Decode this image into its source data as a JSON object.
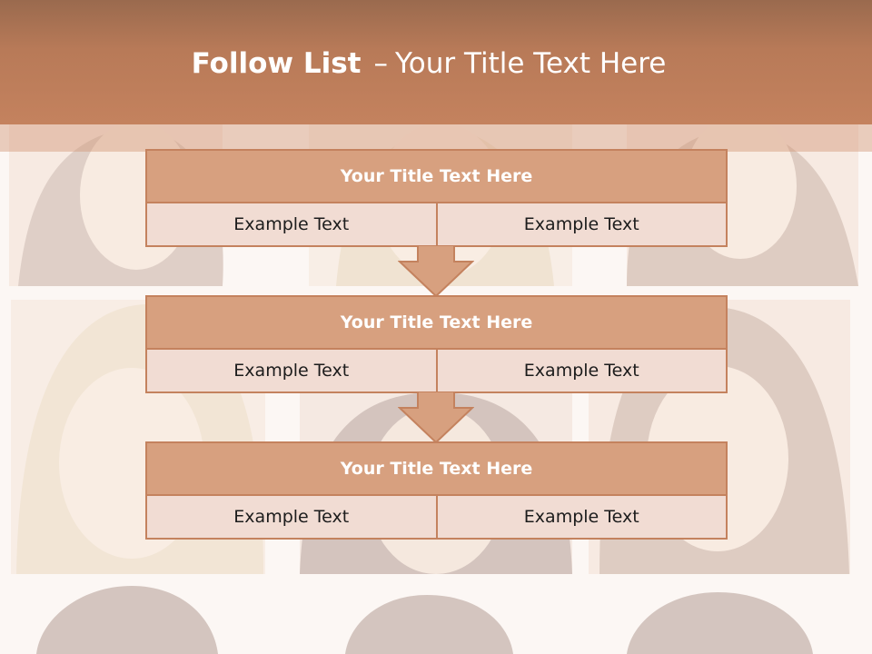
{
  "slide": {
    "title_bold": "Follow List",
    "title_dash": "–",
    "title_rest": "Your Title Text Here"
  },
  "steps": [
    {
      "title": "Your Title Text Here",
      "left": "Example Text",
      "right": "Example Text"
    },
    {
      "title": "Your Title Text Here",
      "left": "Example Text",
      "right": "Example Text"
    },
    {
      "title": "Your Title Text Here",
      "left": "Example Text",
      "right": "Example Text"
    }
  ],
  "colors": {
    "accent": "#c4825e",
    "header_fill": "#d7a07f",
    "cell_fill": "#f1dcd3"
  }
}
